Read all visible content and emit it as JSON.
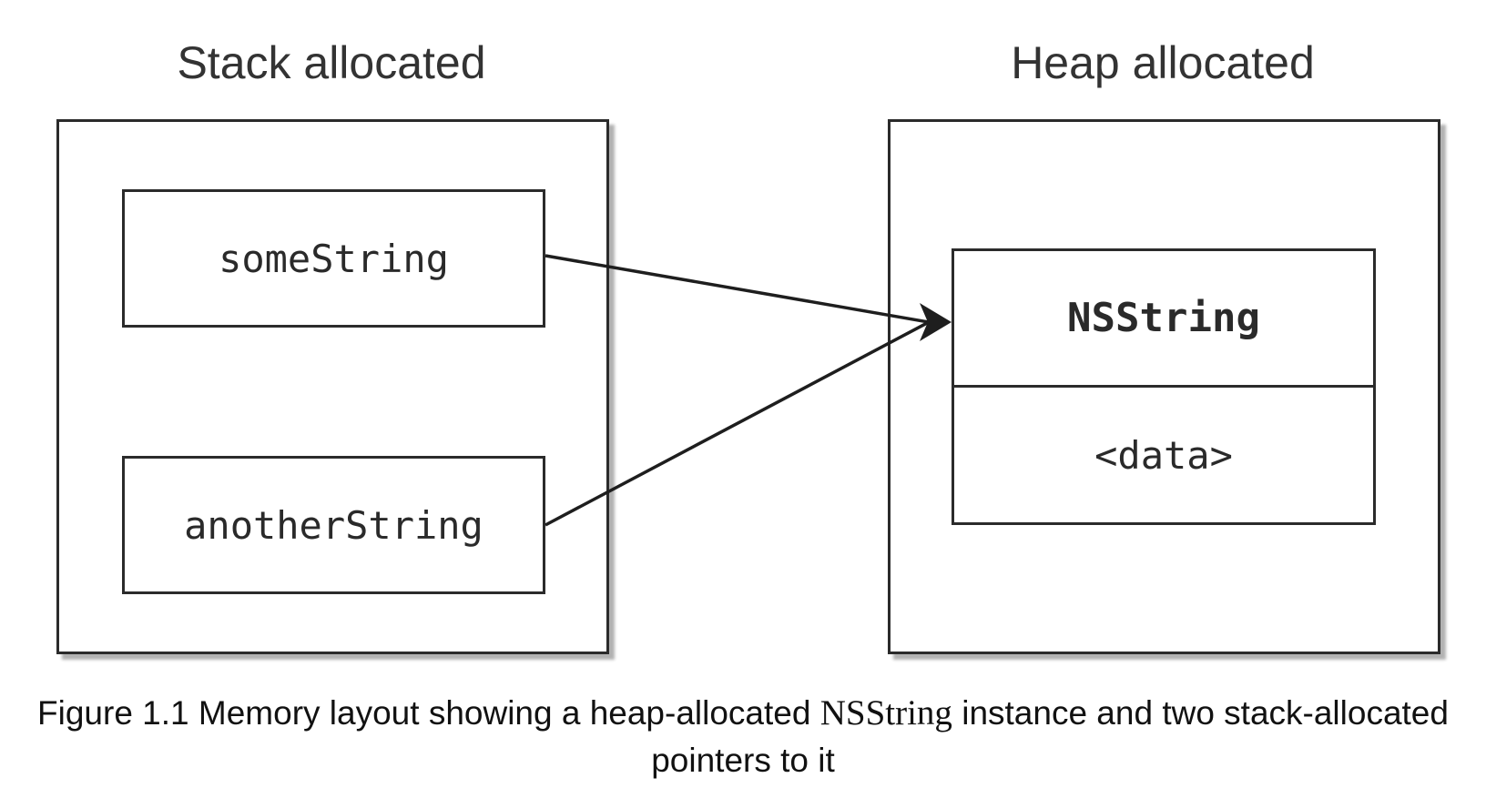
{
  "diagram": {
    "regions": {
      "stack": {
        "heading": "Stack allocated",
        "variables": [
          "someString",
          "anotherString"
        ]
      },
      "heap": {
        "heading": "Heap allocated",
        "object": {
          "class_name": "NSString",
          "body": "<data>"
        }
      }
    },
    "pointers": [
      {
        "from": "someString",
        "to": "NSString"
      },
      {
        "from": "anotherString",
        "to": "NSString"
      }
    ]
  },
  "caption": {
    "prefix": "Figure 1.1 Memory layout showing a heap-allocated ",
    "code": "NSString",
    "suffix": " instance and two stack-allocated pointers to it"
  }
}
